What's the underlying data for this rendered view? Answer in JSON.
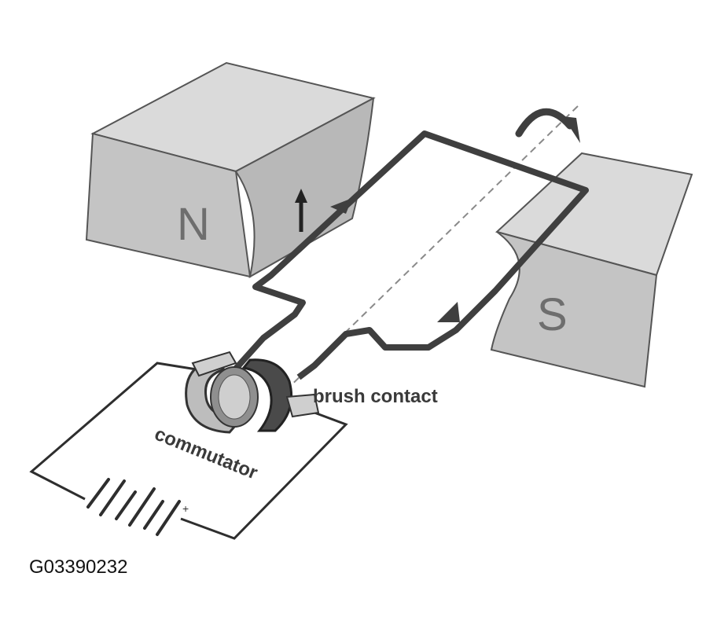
{
  "labels": {
    "north_pole": "N",
    "south_pole": "S",
    "brush_contact": "brush contact",
    "commutator": "commutator",
    "plus_sign": "+",
    "figure_id": "G03390232"
  },
  "colors": {
    "magnet_face": "#c8c8c8",
    "magnet_top": "#d9d9d9",
    "magnet_side": "#b5b5b5",
    "wire": "#3f3f3f",
    "commutator": "#4a4a4a",
    "axis": "#8a8a8a"
  }
}
